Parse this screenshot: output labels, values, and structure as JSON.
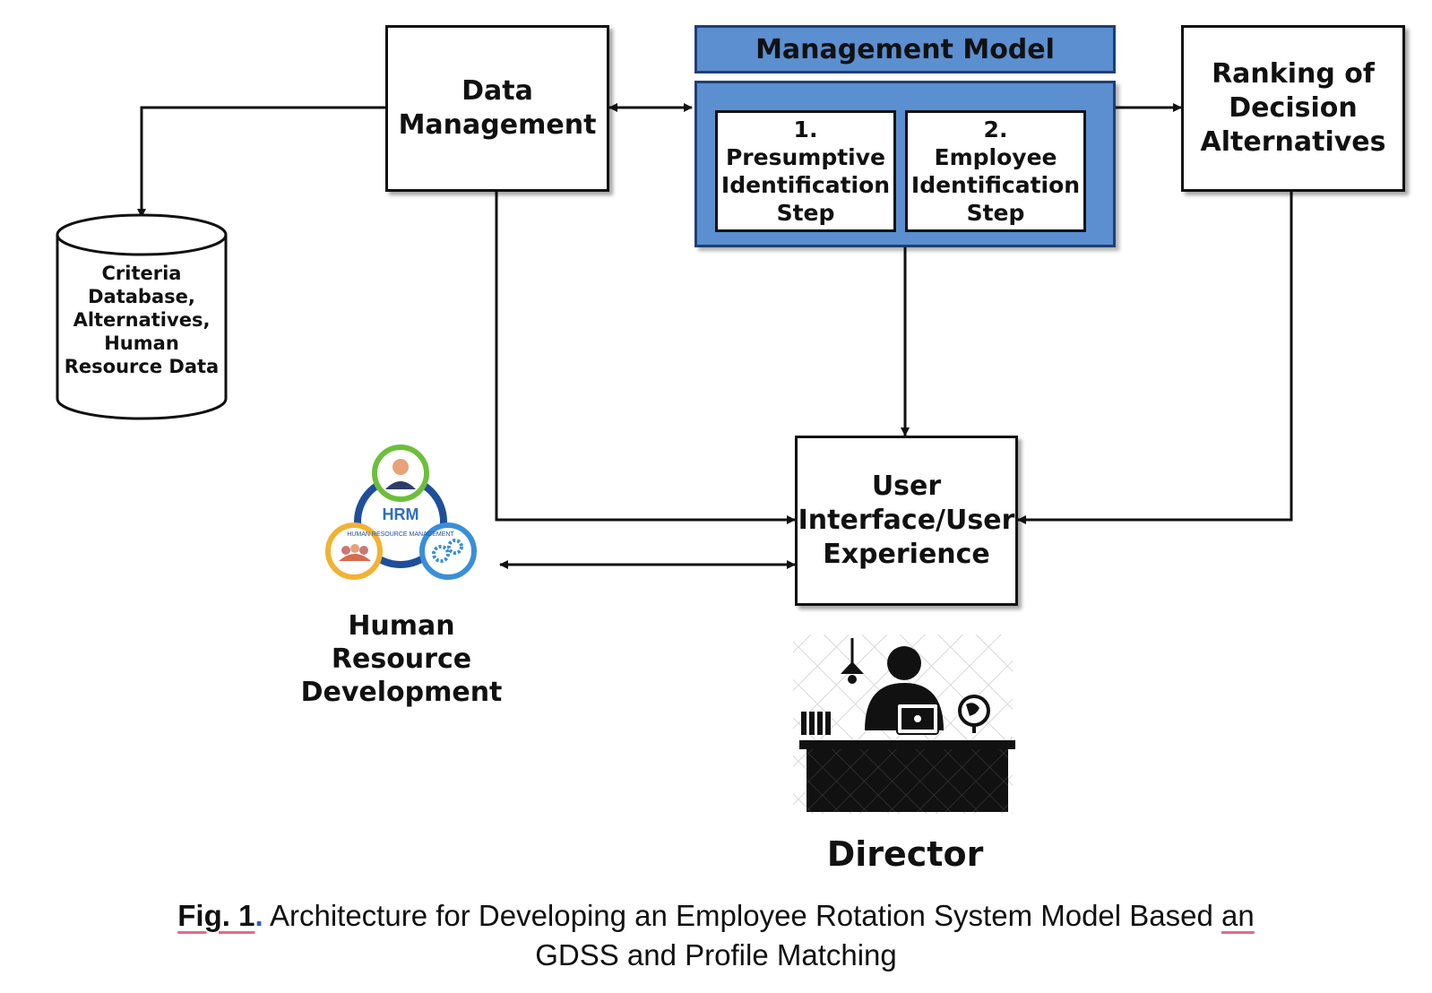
{
  "data_management": "Data\nManagement",
  "management_model": {
    "title": "Management Model",
    "step1": "1.\nPresumptive\nIdentification\nStep",
    "step2": "2.\nEmployee\nIdentification\nStep"
  },
  "ranking": "Ranking of\nDecision\nAlternatives",
  "database": "Criteria\nDatabase,\nAlternatives,\nHuman\nResource Data",
  "ui_ux": "User\nInterface/User\nExperience",
  "hrm_logo": {
    "abbr": "HRM",
    "text": "HUMAN RESOURCE MANAGEMENT",
    "colors": [
      "#6cbf3a",
      "#1f4e9a",
      "#f2b233",
      "#3a8fd8"
    ]
  },
  "hr_development": "Human\nResource\nDevelopment",
  "director": "Director",
  "caption": {
    "fig": "Fig. 1",
    "dot": ".",
    "text": " Architecture for Developing an Employee Rotation System Model Based ",
    "underlined": "an",
    "line2": "GDSS and Profile Matching"
  },
  "colors": {
    "model_fill": "#5b8fd0",
    "model_border": "#1f3f75",
    "line": "#111111"
  }
}
